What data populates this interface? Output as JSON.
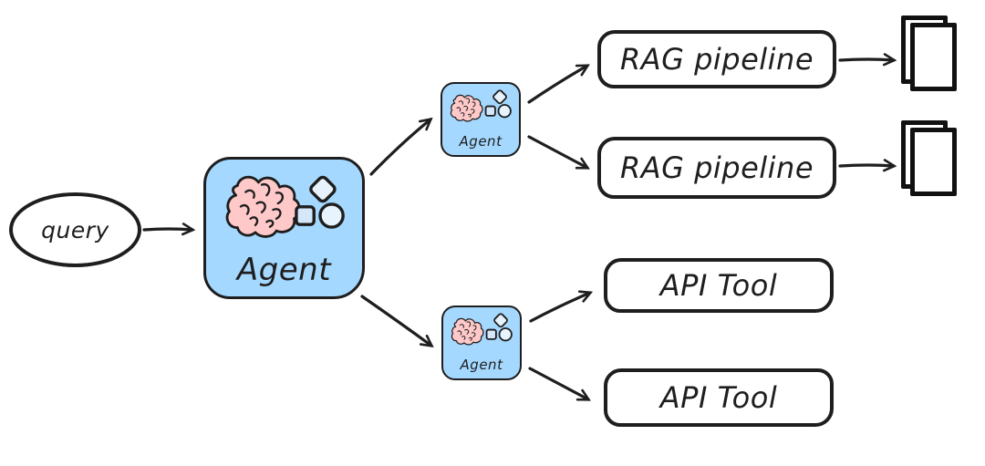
{
  "diagram_title": "multi-agent query routing diagram",
  "colors": {
    "stroke": "#1e1e1e",
    "agent_fill": "#a5d8ff",
    "brain_fill": "#ffc9c9",
    "shape_diamond_fill": "#e8f2fc",
    "shape_square_fill": "#d4e8fa",
    "shape_circle_fill": "#e8f4fd",
    "box_fill": "#ffffff"
  },
  "nodes": {
    "query": {
      "label": "query",
      "shape": "ellipse"
    },
    "main_agent": {
      "label": "Agent",
      "icons": [
        "brain-icon",
        "shapes-icon"
      ]
    },
    "sub_agent_top": {
      "label": "Agent",
      "icons": [
        "brain-icon",
        "shapes-icon"
      ]
    },
    "sub_agent_bottom": {
      "label": "Agent",
      "icons": [
        "brain-icon",
        "shapes-icon"
      ]
    },
    "rag_pipeline_1": {
      "label": "RAG pipeline"
    },
    "rag_pipeline_2": {
      "label": "RAG pipeline"
    },
    "api_tool_1": {
      "label": "API Tool"
    },
    "api_tool_2": {
      "label": "API Tool"
    },
    "documents_1": {
      "icon": "documents-icon"
    },
    "documents_2": {
      "icon": "documents-icon"
    }
  },
  "edges": [
    {
      "from": "query",
      "to": "main_agent"
    },
    {
      "from": "main_agent",
      "to": "sub_agent_top"
    },
    {
      "from": "main_agent",
      "to": "sub_agent_bottom"
    },
    {
      "from": "sub_agent_top",
      "to": "rag_pipeline_1"
    },
    {
      "from": "sub_agent_top",
      "to": "rag_pipeline_2"
    },
    {
      "from": "rag_pipeline_1",
      "to": "documents_1"
    },
    {
      "from": "rag_pipeline_2",
      "to": "documents_2"
    },
    {
      "from": "sub_agent_bottom",
      "to": "api_tool_1"
    },
    {
      "from": "sub_agent_bottom",
      "to": "api_tool_2"
    }
  ]
}
